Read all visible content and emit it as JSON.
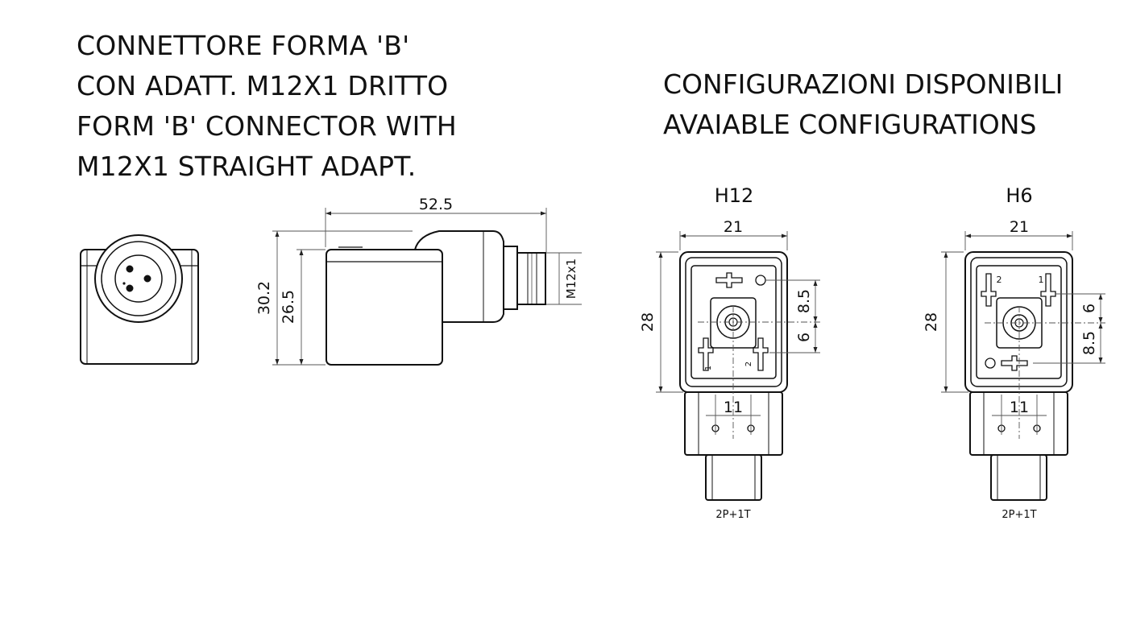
{
  "title": {
    "line1": "CONNETTORE FORMA 'B'",
    "line2": "CON ADATT. M12X1 DRITTO",
    "line3": "FORM 'B' CONNECTOR WITH",
    "line4": "M12X1 STRAIGHT ADAPT."
  },
  "configurations": {
    "heading_it": "CONFIGURAZIONI DISPONIBILI",
    "heading_en": "AVAIABLE CONFIGURATIONS"
  },
  "side_view": {
    "length": "52.5",
    "height_total": "30.2",
    "height_body": "26.5",
    "thread": "M12x1"
  },
  "h12": {
    "label": "H12",
    "width": "21",
    "height": "28",
    "dim_upper": "8.5",
    "dim_lower": "6",
    "pitch": "11",
    "pin_left": "1",
    "pin_right": "2",
    "pins": "2P+1T"
  },
  "h6": {
    "label": "H6",
    "width": "21",
    "height": "28",
    "dim_upper": "6",
    "dim_lower": "8.5",
    "pitch": "11",
    "pin_left": "2",
    "pin_right": "1",
    "pins": "2P+1T"
  }
}
